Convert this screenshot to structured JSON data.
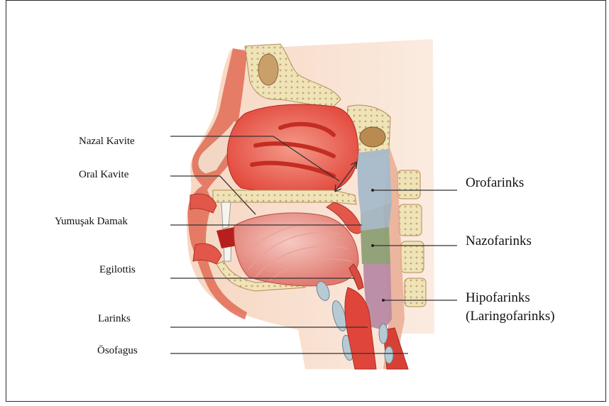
{
  "diagram": {
    "labels_left": [
      {
        "id": "nazal-kavite",
        "text": "Nazal Kavite"
      },
      {
        "id": "oral-kavite",
        "text": "Oral Kavite"
      },
      {
        "id": "yumusak-damak",
        "text": "Yumuşak Damak"
      },
      {
        "id": "egilottis",
        "text": "Egilottis"
      },
      {
        "id": "larinks",
        "text": "Larinks"
      },
      {
        "id": "osofagus",
        "text": "Ösofagus"
      }
    ],
    "labels_right": [
      {
        "id": "orofarinks",
        "text": "Orofarinks"
      },
      {
        "id": "nazofarinks",
        "text": "Nazofarinks"
      },
      {
        "id": "hipofarinks",
        "text": "Hipofarinks"
      },
      {
        "id": "laringofarinks",
        "text": "(Laringofarinks)"
      }
    ],
    "colors": {
      "skin": "#f3cbb0",
      "muscle": "#e0453a",
      "bone": "#efe3b8",
      "nasopharynx": "#a6b9c9",
      "oropharynx": "#8d9f74",
      "hypopharynx": "#b88aa4",
      "leader_line": "#333333"
    }
  }
}
